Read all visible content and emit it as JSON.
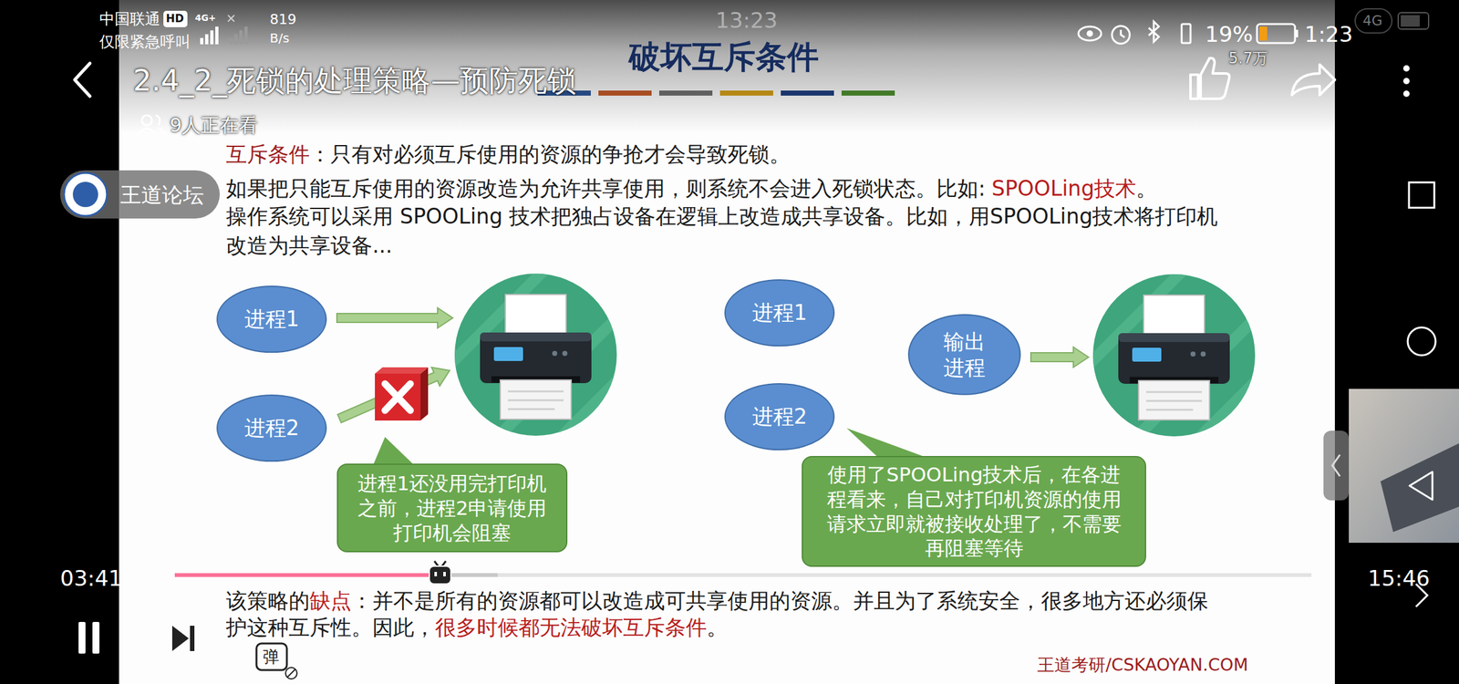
{
  "diagram": {
    "title": "破坏互斥条件",
    "nodes": [
      {
        "text": [
          "进程1"
        ]
      },
      {
        "text": [
          "进程2"
        ]
      },
      {
        "text": [
          "进程1还没用完打印机之前，进程2申请使用打印机会阻塞"
        ]
      },
      {
        "text": [
          "进程1"
        ]
      },
      {
        "text": [
          "输出 进程"
        ]
      },
      {
        "text": [
          "进程2"
        ]
      },
      {
        "text": [
          "使用了SPOOLing技术后，在各进程看来，自己对打印机资源的使用请求立即就被接收处理了，不需要再阻塞等待"
        ]
      }
    ],
    "labels": [
      "中国联通",
      "HD",
      "仅限紧急呼叫",
      "4G+",
      "819",
      "B/s",
      "13:23",
      "19%",
      "1:23",
      "4G",
      "5.7万",
      "2.4_2_死锁的处理策略—预防死锁",
      "9人正在看",
      "王道论坛",
      "互斥条件",
      "：只有对必须互斥使用的资源的争抢才会导致死锁。",
      "如果把只能互斥使用的资源改造为允许共享使用，则系统不会进入死锁状态。比如:",
      "SPOOLing技术",
      "。",
      "操作系统可以采用 SPOOLing 技术把独占设备在逻辑上改造成共享设备。比如，用SPOOLing技术将打印机改造为共享设备...",
      "该策略的",
      "缺点",
      "：并不是所有的资源都可以改造成可共享使用的资源。并且为了系统安全，很多地方还必须保护这种互斥性。因此，",
      "很多时候都无法破坏互斥条件",
      "。",
      "王道考研/CSKAOYAN.COM",
      "03:41",
      "15:46",
      "弹"
    ]
  }
}
